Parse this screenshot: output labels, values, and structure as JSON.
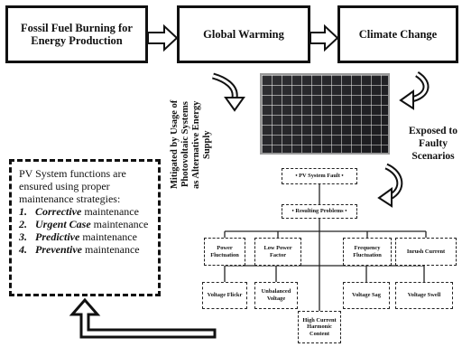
{
  "chain": {
    "fossil": "Fossil Fuel Burning for Energy Production",
    "warming": "Global Warming",
    "climate": "Climate Change"
  },
  "mitigated_text": [
    "Mitigated by Usage of",
    "Photovoltaic Systems",
    "as Alternative Energy",
    "Supply"
  ],
  "exposed_text": [
    "Exposed to",
    "Faulty",
    "Scenarios"
  ],
  "fault_tree": {
    "fault": "• PV System Fault •",
    "resulting": "• Resulting Problems •",
    "problems": {
      "power_fluctuation": "Power Fluctuation",
      "low_power_factor": "Low Power Factor",
      "frequency_fluctuation": "Frequency Fluctuation",
      "inrush_current": "Inrush Current",
      "voltage_flickr": "Voltage Flickr",
      "unbalanced_voltage": "Unbalanced Voltage",
      "voltage_sag": "Voltage Sag",
      "voltage_swell": "Voltage Swell",
      "high_current_harmonic": "High Current Harmonic Content"
    }
  },
  "maintenance": {
    "intro": "PV System functions are ensured using proper maintenance strategies:",
    "items": [
      {
        "num": "1.",
        "name": "Corrective",
        "suffix": " maintenance"
      },
      {
        "num": "2.",
        "name": "Urgent Case",
        "suffix": " maintenance"
      },
      {
        "num": "3.",
        "name": "Predictive",
        "suffix": " maintenance"
      },
      {
        "num": "4.",
        "name": "Preventive",
        "suffix": " maintenance"
      }
    ]
  }
}
